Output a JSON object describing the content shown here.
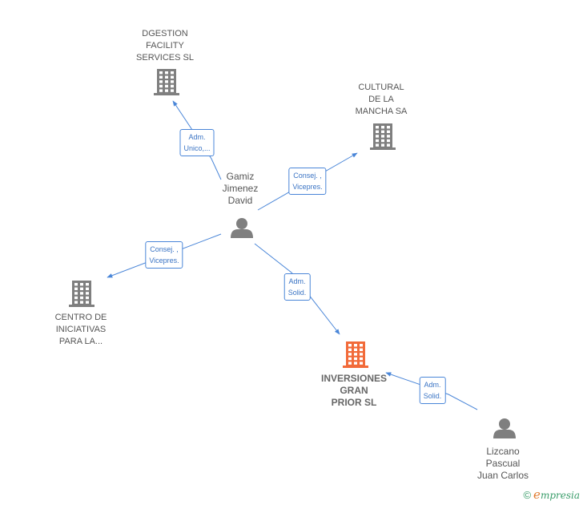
{
  "nodes": [
    {
      "id": "dgestion",
      "kind": "company",
      "lines": [
        "DGESTION",
        "FACILITY",
        "SERVICES  SL"
      ],
      "color": "#7f7f7f"
    },
    {
      "id": "cultural",
      "kind": "company",
      "lines": [
        "CULTURAL",
        "DE LA",
        "MANCHA SA"
      ],
      "color": "#7f7f7f"
    },
    {
      "id": "gamiz",
      "kind": "person",
      "lines": [
        "Gamiz",
        "Jimenez",
        "David"
      ],
      "color": "#7f7f7f"
    },
    {
      "id": "centro",
      "kind": "company",
      "lines": [
        "CENTRO DE",
        "INICIATIVAS",
        "PARA LA..."
      ],
      "color": "#7f7f7f"
    },
    {
      "id": "inversiones",
      "kind": "company",
      "lines": [
        "INVERSIONES",
        "GRAN",
        "PRIOR  SL"
      ],
      "color": "#f26b3a",
      "main": true
    },
    {
      "id": "lizcano",
      "kind": "person",
      "lines": [
        "Lizcano",
        "Pascual",
        "Juan Carlos"
      ],
      "color": "#7f7f7f"
    }
  ],
  "edges": [
    {
      "from": "gamiz",
      "to": "dgestion",
      "role": [
        "Adm.",
        "Unico,..."
      ]
    },
    {
      "from": "gamiz",
      "to": "cultural",
      "role": [
        "Consej. ,",
        "Vicepres."
      ]
    },
    {
      "from": "gamiz",
      "to": "centro",
      "role": [
        "Consej. ,",
        "Vicepres."
      ]
    },
    {
      "from": "gamiz",
      "to": "inversiones",
      "role": [
        "Adm.",
        "Solid."
      ]
    },
    {
      "from": "lizcano",
      "to": "inversiones",
      "role": [
        "Adm.",
        "Solid."
      ]
    }
  ],
  "colors": {
    "edge": "#4a86d8",
    "company": "#7f7f7f",
    "main_company": "#f26b3a",
    "person": "#7f7f7f"
  },
  "brand": {
    "copyright": "©",
    "initial": "e",
    "name": "mpresia"
  }
}
